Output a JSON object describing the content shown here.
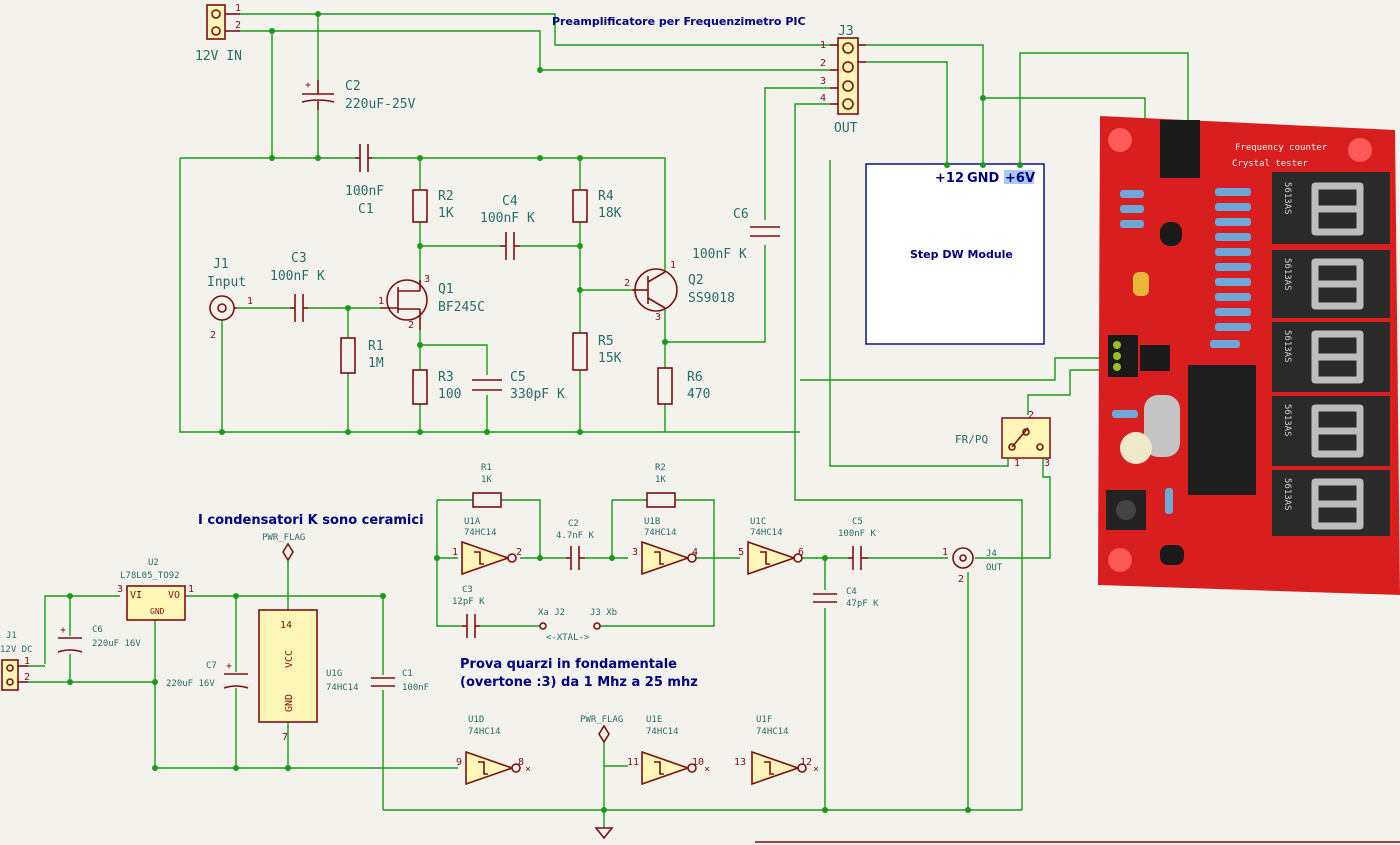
{
  "title": "Preamplificatore per Frequenzimetro PIC",
  "note_ceramic": "I condensatori K sono ceramici",
  "note_quartz_1": "Prova quarzi in fondamentale",
  "note_quartz_2": "(overtone :3) da 1 Mhz a 25 mhz",
  "j_power": {
    "label": "12V IN",
    "pin1": "1",
    "pin2": "2"
  },
  "j3": {
    "ref": "J3",
    "label": "OUT",
    "pins": [
      "1",
      "2",
      "3",
      "4"
    ]
  },
  "module": {
    "label": "Step DW Module",
    "p1": "+12",
    "p2": "GND",
    "p3": "+6V"
  },
  "switch": {
    "label": "FR/PQ",
    "p1": "1",
    "p2": "2",
    "p3": "3"
  },
  "pcb": {
    "line1": "Frequency counter",
    "line2": "Crystal tester"
  },
  "preamp": {
    "C2": {
      "ref": "C2",
      "value": "220uF-25V"
    },
    "C1": {
      "ref": "C1",
      "value": "100nF"
    },
    "R2": {
      "ref": "R2",
      "value": "1K"
    },
    "C4": {
      "ref": "C4",
      "value": "100nF K"
    },
    "R4": {
      "ref": "R4",
      "value": "18K"
    },
    "C6": {
      "ref": "C6",
      "value": "100nF K"
    },
    "J1": {
      "ref": "J1",
      "value": "Input"
    },
    "C3": {
      "ref": "C3",
      "value": "100nF K"
    },
    "Q1": {
      "ref": "Q1",
      "value": "BF245C"
    },
    "Q2": {
      "ref": "Q2",
      "value": "SS9018"
    },
    "R1": {
      "ref": "R1",
      "value": "1M"
    },
    "R3": {
      "ref": "R3",
      "value": "100"
    },
    "C5": {
      "ref": "C5",
      "value": "330pF K"
    },
    "R5": {
      "ref": "R5",
      "value": "15K"
    },
    "R6": {
      "ref": "R6",
      "value": "470"
    }
  },
  "tester": {
    "R1": {
      "ref": "R1",
      "value": "1K"
    },
    "R2": {
      "ref": "R2",
      "value": "1K"
    },
    "U1A": {
      "ref": "U1A",
      "value": "74HC14"
    },
    "U1B": {
      "ref": "U1B",
      "value": "74HC14"
    },
    "U1C": {
      "ref": "U1C",
      "value": "74HC14"
    },
    "U1D": {
      "ref": "U1D",
      "value": "74HC14"
    },
    "U1E": {
      "ref": "U1E",
      "value": "74HC14"
    },
    "U1F": {
      "ref": "U1F",
      "value": "74HC14"
    },
    "U1G": {
      "ref": "U1G",
      "value": "74HC14"
    },
    "C2": {
      "ref": "C2",
      "value": "4.7nF K"
    },
    "C3": {
      "ref": "C3",
      "value": "12pF K"
    },
    "C5": {
      "ref": "C5",
      "value": "100nF K"
    },
    "C4": {
      "ref": "C4",
      "value": "47pF K"
    },
    "J4": {
      "ref": "J4",
      "value": "OUT"
    },
    "Xa": "Xa J2",
    "Xb": "J3 Xb",
    "xtal": "<-XTAL->",
    "U2": {
      "ref": "U2",
      "value": "L78L05_TO92"
    },
    "U2_vi": "VI",
    "U2_vo": "VO",
    "U2_gnd": "GND",
    "J1": {
      "ref": "J1",
      "value": "12V DC"
    },
    "C6": {
      "ref": "C6",
      "value": "220uF 16V"
    },
    "C7": {
      "ref": "C7",
      "value": "220uF 16V"
    },
    "C1": {
      "ref": "C1",
      "value": "100nF"
    },
    "pwr_flag_1": "PWR_FLAG",
    "pwr_flag_2": "PWR_FLAG",
    "vcc": "VCC",
    "gnd": "GND"
  },
  "display_digits": [
    "5613AS",
    "5613AS",
    "5613AS",
    "5613AS",
    "5613AS"
  ],
  "pin_numbers": {
    "one": "1",
    "two": "2",
    "three": "3",
    "four": "4",
    "five": "5",
    "six": "6",
    "seven": "7",
    "eight": "8",
    "nine": "9",
    "ten": "10",
    "eleven": "11",
    "twelve": "12",
    "thirteen": "13",
    "fourteen": "14"
  },
  "colors": {
    "wire": "#1a9a1a",
    "component": "#7a1010",
    "text": "#2a6b6b",
    "pcb": "#d81e1e",
    "module_border": "#000080"
  }
}
